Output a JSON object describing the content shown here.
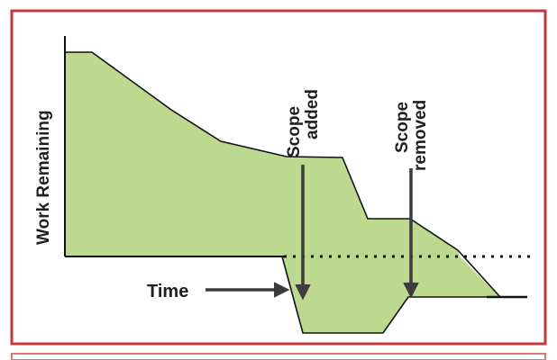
{
  "diagram": {
    "y_axis_label": "Work Remaining",
    "x_axis_label": "Time",
    "annotations": {
      "added_line1": "Scope",
      "added_line2": "added",
      "removed_line1": "Scope",
      "removed_line2": "removed"
    }
  },
  "colors": {
    "frame": "#c0393b",
    "area_fill": "#bdd88f",
    "outline": "#111111",
    "arrow": "#3c3c3c",
    "text": "#1f1f1f"
  }
}
